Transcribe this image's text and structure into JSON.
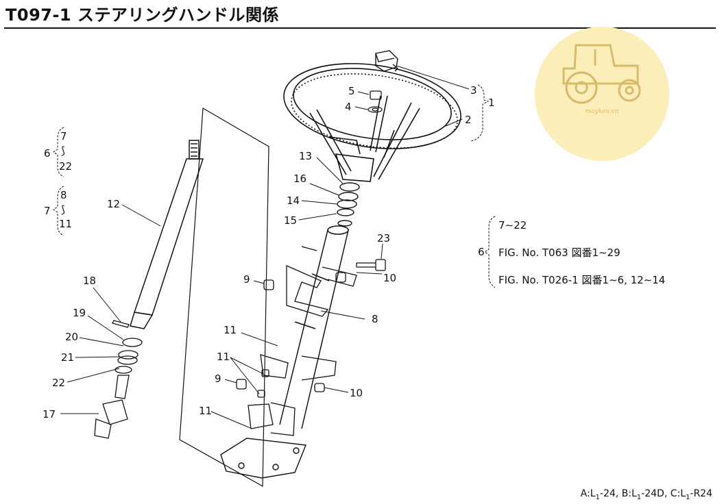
{
  "title": "T097-1 ステアリングハンドル関係",
  "watermark": {
    "text": "maykeo.vn",
    "icon": "tractor-icon",
    "color": "#fbeeb8"
  },
  "callouts": {
    "c1": "1",
    "c2": "2",
    "c3": "3",
    "c4": "4",
    "c5": "5",
    "c8": "8",
    "c9a": "9",
    "c9b": "9",
    "c10a": "10",
    "c10b": "10",
    "c11a": "11",
    "c11b": "11",
    "c11c": "11",
    "c12": "12",
    "c13": "13",
    "c14": "14",
    "c15": "15",
    "c16": "16",
    "c17": "17",
    "c18": "18",
    "c19": "19",
    "c20": "20",
    "c21": "21",
    "c22": "22",
    "c23": "23"
  },
  "left_groups": {
    "g6": {
      "label": "6",
      "from": "7",
      "tilde": "⟆",
      "to": "22"
    },
    "g7": {
      "label": "7",
      "from": "8",
      "tilde": "⟆",
      "to": "11"
    }
  },
  "references": {
    "label": "6",
    "line1": "7∼22",
    "line2": "FIG. No. T063 図番1∼29",
    "line3": "FIG. No. T026-1 図番1∼6, 12∼14"
  },
  "footer": {
    "a_prefix": "A:L",
    "a_sub": "1",
    "a_suffix": "-24,",
    "b_prefix": "B:L",
    "b_sub": "1",
    "b_suffix": "-24D,",
    "c_prefix": "C:L",
    "c_sub": "1",
    "c_suffix": "-R24"
  }
}
